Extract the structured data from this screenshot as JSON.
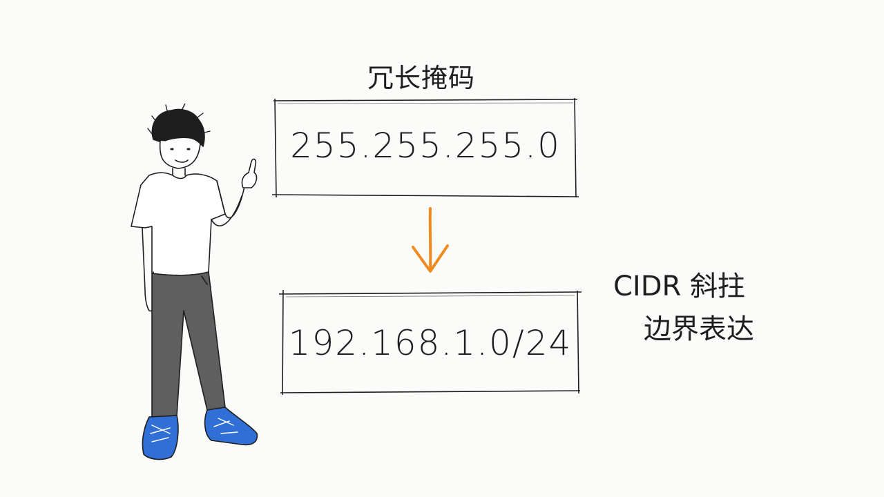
{
  "diagram": {
    "top_label": "冗长掩码",
    "mask_value": "255.255.255.0",
    "cidr_value": "192.168.1.0/24",
    "side_note": {
      "line1": "CIDR 斜拄",
      "line2": "边界表达"
    }
  },
  "colors": {
    "ink": "#1e1e1e",
    "arrow": "#ef8a1f",
    "shirt": "#ffffff",
    "pants": "#5f5f5f",
    "shoes": "#2f6fd6",
    "skin": "#ffffff"
  },
  "icons": {
    "arrow": "arrow-down-icon",
    "person": "pointing-person-illustration"
  }
}
